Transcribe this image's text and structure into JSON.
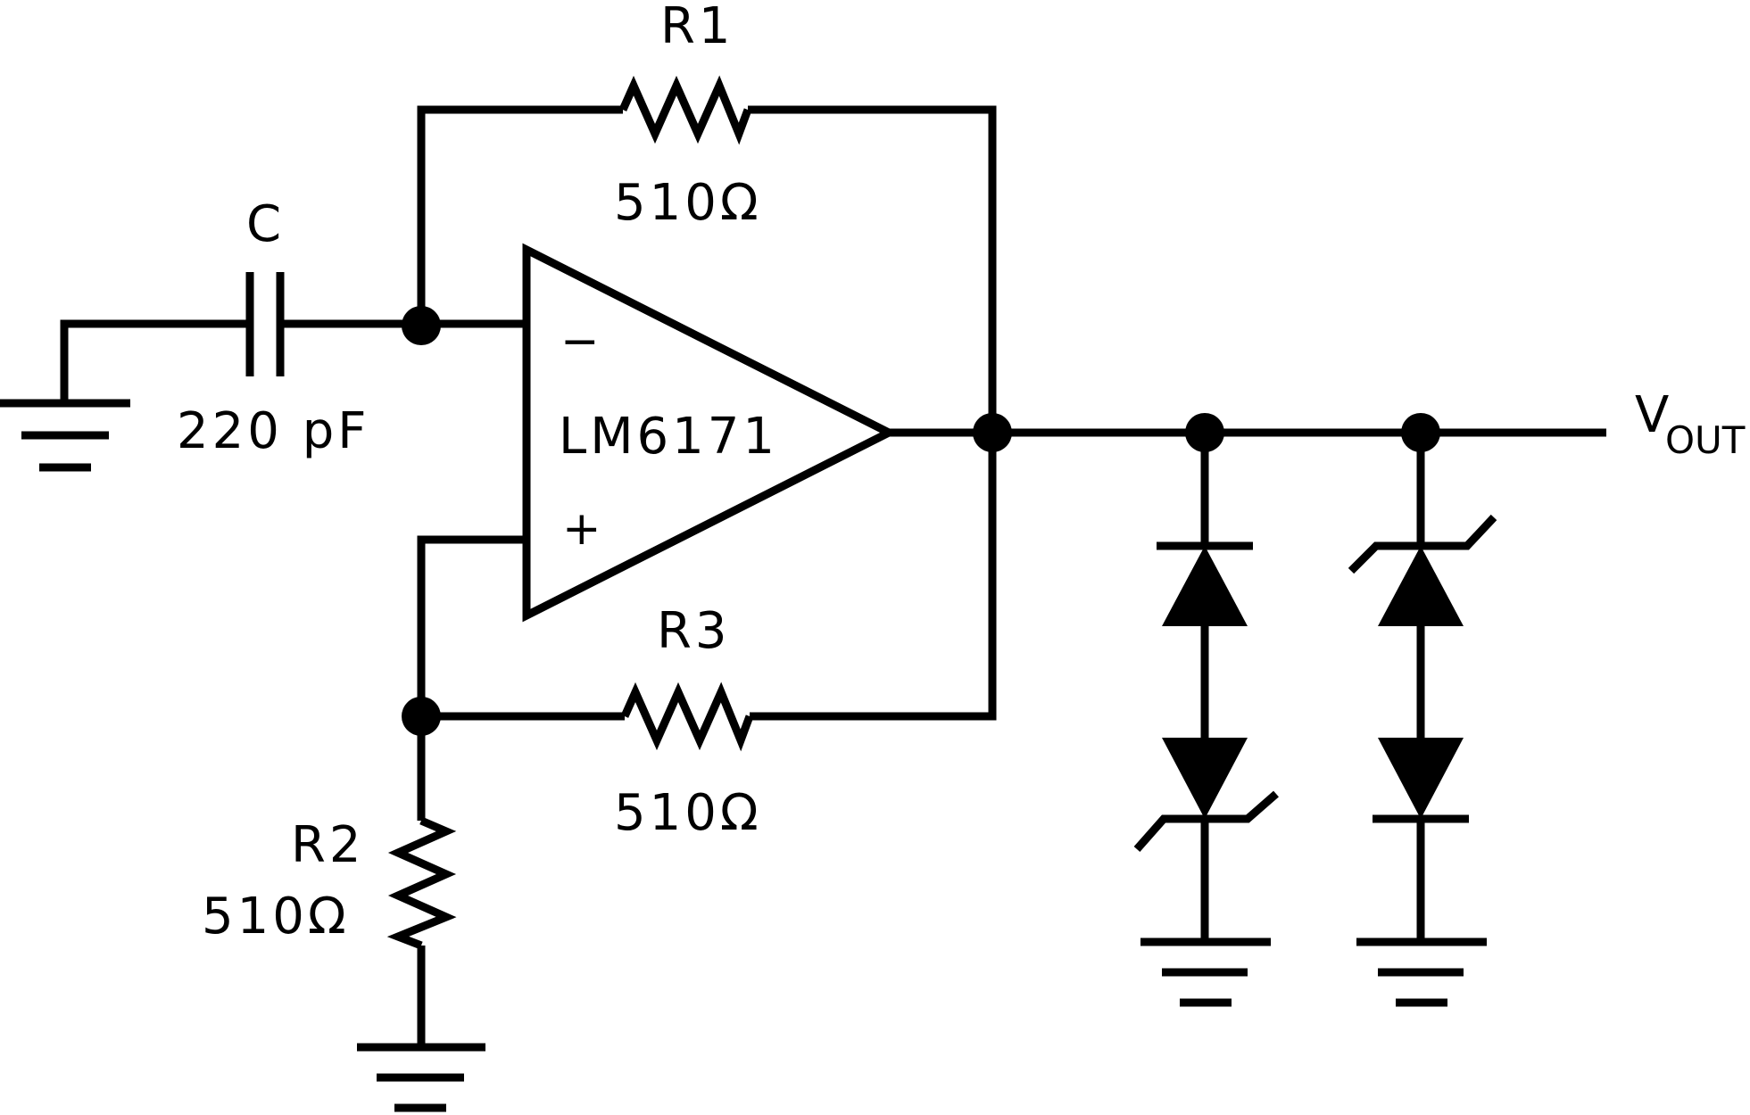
{
  "components": {
    "capacitor": {
      "name": "C",
      "value": "220 pF"
    },
    "r1": {
      "name": "R1",
      "value": "510Ω"
    },
    "r2": {
      "name": "R2",
      "value": "510Ω"
    },
    "r3": {
      "name": "R3",
      "value": "510Ω"
    },
    "opamp": {
      "part": "LM6171",
      "inverting": "−",
      "noninverting": "+"
    }
  },
  "output": {
    "base": "V",
    "subscript": "OUT"
  }
}
